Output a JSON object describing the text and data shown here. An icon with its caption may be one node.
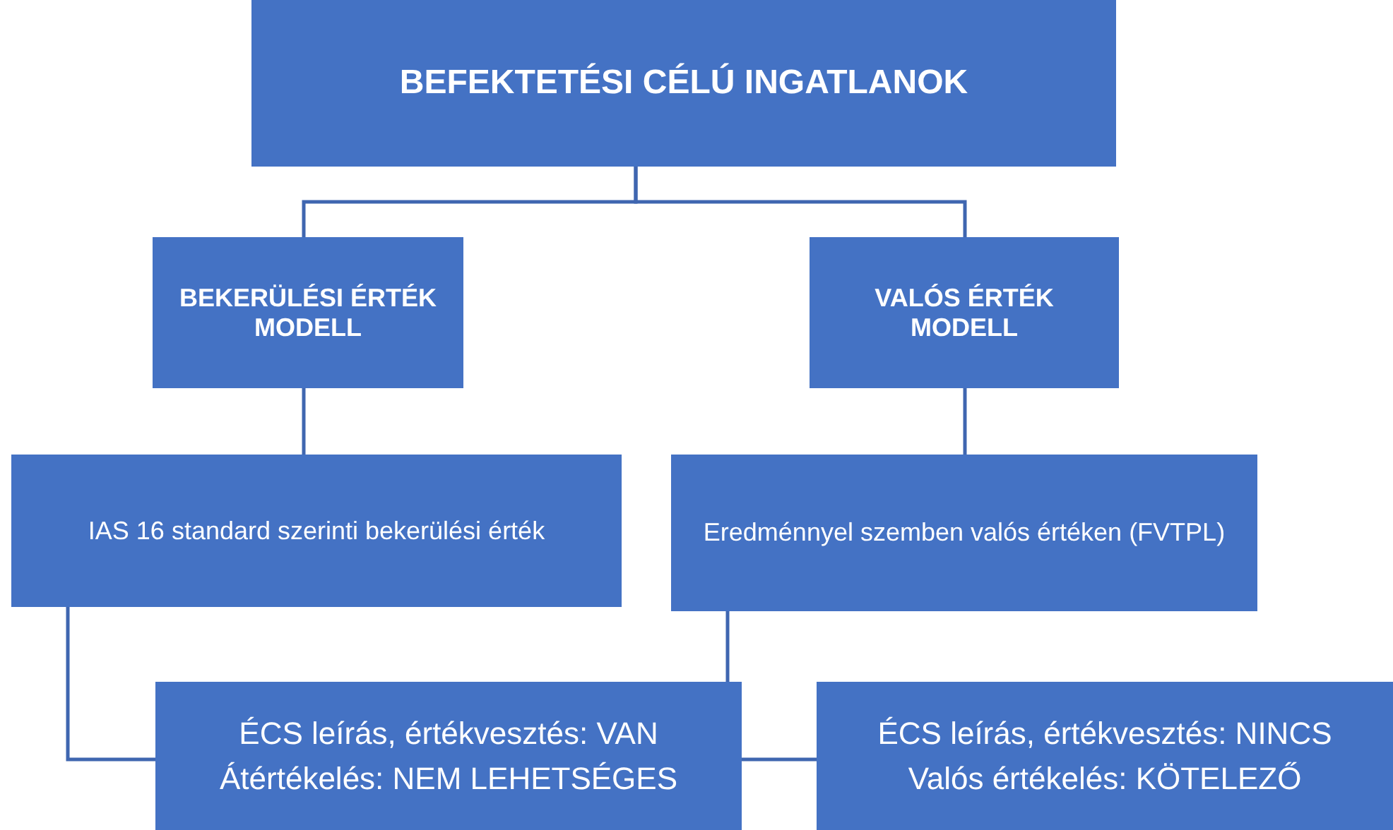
{
  "diagram": {
    "nodes": [
      {
        "text": [
          "BEFEKTETÉSI CÉLÚ INGATLANOK"
        ]
      },
      {
        "text": [
          "BEKERÜLÉSI ÉRTÉK MODELL"
        ]
      },
      {
        "text": [
          "VALÓS ÉRTÉK MODELL"
        ]
      },
      {
        "text": [
          "IAS 16 standard szerinti bekerülési érték"
        ]
      },
      {
        "text": [
          "Eredménnyel szemben valós értéken (FVTPL)"
        ]
      },
      {
        "text": [
          "ÉCS leírás, értékvesztés: VAN",
          "Átértékelés: NEM LEHETSÉGES"
        ]
      },
      {
        "text": [
          "ÉCS leírás, értékvesztés: NINCS",
          "Valós értékelés: KÖTELEZŐ"
        ]
      }
    ],
    "edges": [
      {
        "from": 0,
        "to": 1,
        "arrow": "none"
      },
      {
        "from": 0,
        "to": 2,
        "arrow": "none"
      },
      {
        "from": 1,
        "to": 3,
        "arrow": "none"
      },
      {
        "from": 2,
        "to": 4,
        "arrow": "none"
      },
      {
        "from": 3,
        "to": 5,
        "arrow": "none"
      },
      {
        "from": 4,
        "to": 5,
        "arrow": "none"
      },
      {
        "from": 5,
        "to": 6,
        "arrow": "none"
      }
    ]
  }
}
